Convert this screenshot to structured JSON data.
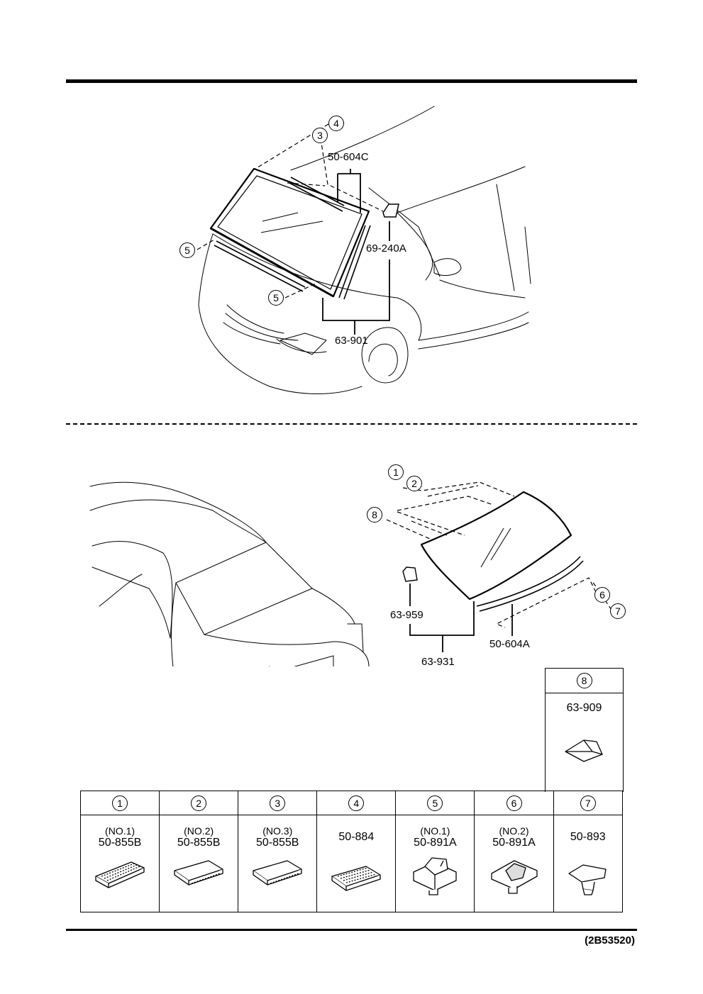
{
  "front_section": {
    "callouts": [
      "3",
      "4",
      "5",
      "5"
    ],
    "part_labels": {
      "molding": "50-604C",
      "sensor": "69-240A",
      "windshield": "63-901"
    }
  },
  "rear_section": {
    "callouts": [
      "1",
      "2",
      "8",
      "6",
      "7"
    ],
    "part_labels": {
      "stopper": "63-959",
      "rear_glass": "63-931",
      "molding": "50-604A"
    }
  },
  "parts_table": [
    {
      "index": "1",
      "sub": "(NO.1)",
      "code": "50-855B",
      "icon": "clip-ribbed-icon"
    },
    {
      "index": "2",
      "sub": "(NO.2)",
      "code": "50-855B",
      "icon": "clip-flat-icon"
    },
    {
      "index": "3",
      "sub": "(NO.3)",
      "code": "50-855B",
      "icon": "clip-flat-icon"
    },
    {
      "index": "4",
      "sub": "",
      "code": "50-884",
      "icon": "clip-ribbed-icon"
    },
    {
      "index": "5",
      "sub": "(NO.1)",
      "code": "50-891A",
      "icon": "fastener-bracket-icon"
    },
    {
      "index": "6",
      "sub": "(NO.2)",
      "code": "50-891A",
      "icon": "fastener-bracket-icon"
    },
    {
      "index": "7",
      "sub": "",
      "code": "50-893",
      "icon": "push-clip-icon"
    }
  ],
  "extra_part": {
    "index": "8",
    "code": "63-909",
    "icon": "spacer-block-icon"
  },
  "diagram_code": "(2B53520)"
}
